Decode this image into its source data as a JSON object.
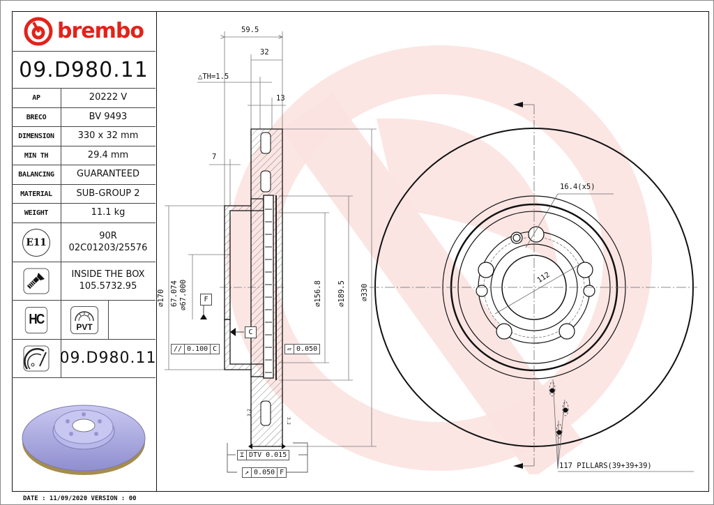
{
  "brand": {
    "name": "brembo",
    "color": "#e2231a"
  },
  "part_number": "09.D980.11",
  "specs": [
    {
      "label": "AP",
      "value": "20222 V"
    },
    {
      "label": "BRECO",
      "value": "BV 9493"
    },
    {
      "label": "DIMENSION",
      "value": "330 x 32 mm"
    },
    {
      "label": "MIN TH",
      "value": "29.4 mm"
    },
    {
      "label": "BALANCING",
      "value": "GUARANTEED"
    },
    {
      "label": "MATERIAL",
      "value": "SUB-GROUP 2"
    },
    {
      "label": "WEIGHT",
      "value": "11.1 kg"
    }
  ],
  "approval": {
    "icon": "e11-mark-icon",
    "mark": "E11",
    "line1": "90R",
    "line2": "02C01203/25576"
  },
  "screw": {
    "icon": "screw-icon",
    "line1": "INSIDE THE BOX",
    "line2": "105.5732.95"
  },
  "badges": {
    "hc": "HC",
    "pvt": "PVT"
  },
  "footer_part_number": "09.D980.11",
  "footer": {
    "date_line": "DATE : 11/09/2020 VERSION : 00"
  },
  "dimensions": {
    "overall_width": "59.5",
    "thickness": "32",
    "delta_th": "△TH=1.5",
    "pillar_width": "13",
    "hat_offset": "7",
    "d170": "⌀170",
    "bore_upper": "67.074",
    "bore_lower": "⌀67.000",
    "d156": "⌀156.8",
    "d189": "⌀189.5",
    "d330": "⌀330",
    "bolt_hole": "16.4(x5)",
    "pcd": "112",
    "pillars": "117 PILLARS(39+39+39)",
    "roughness_left": "3.2",
    "roughness_right": "3.2"
  },
  "tolerances": {
    "parallelism": {
      "symbol": "//",
      "value": "0.100",
      "datum": "C"
    },
    "flatness": {
      "symbol": "▱",
      "value": "0.050"
    },
    "dtv": {
      "symbol": "⌶",
      "value": "DTV 0.015"
    },
    "runout": {
      "symbol": "↗",
      "value": "0.050",
      "datum": "F"
    },
    "datum_f": "F",
    "datum_c": "C"
  }
}
